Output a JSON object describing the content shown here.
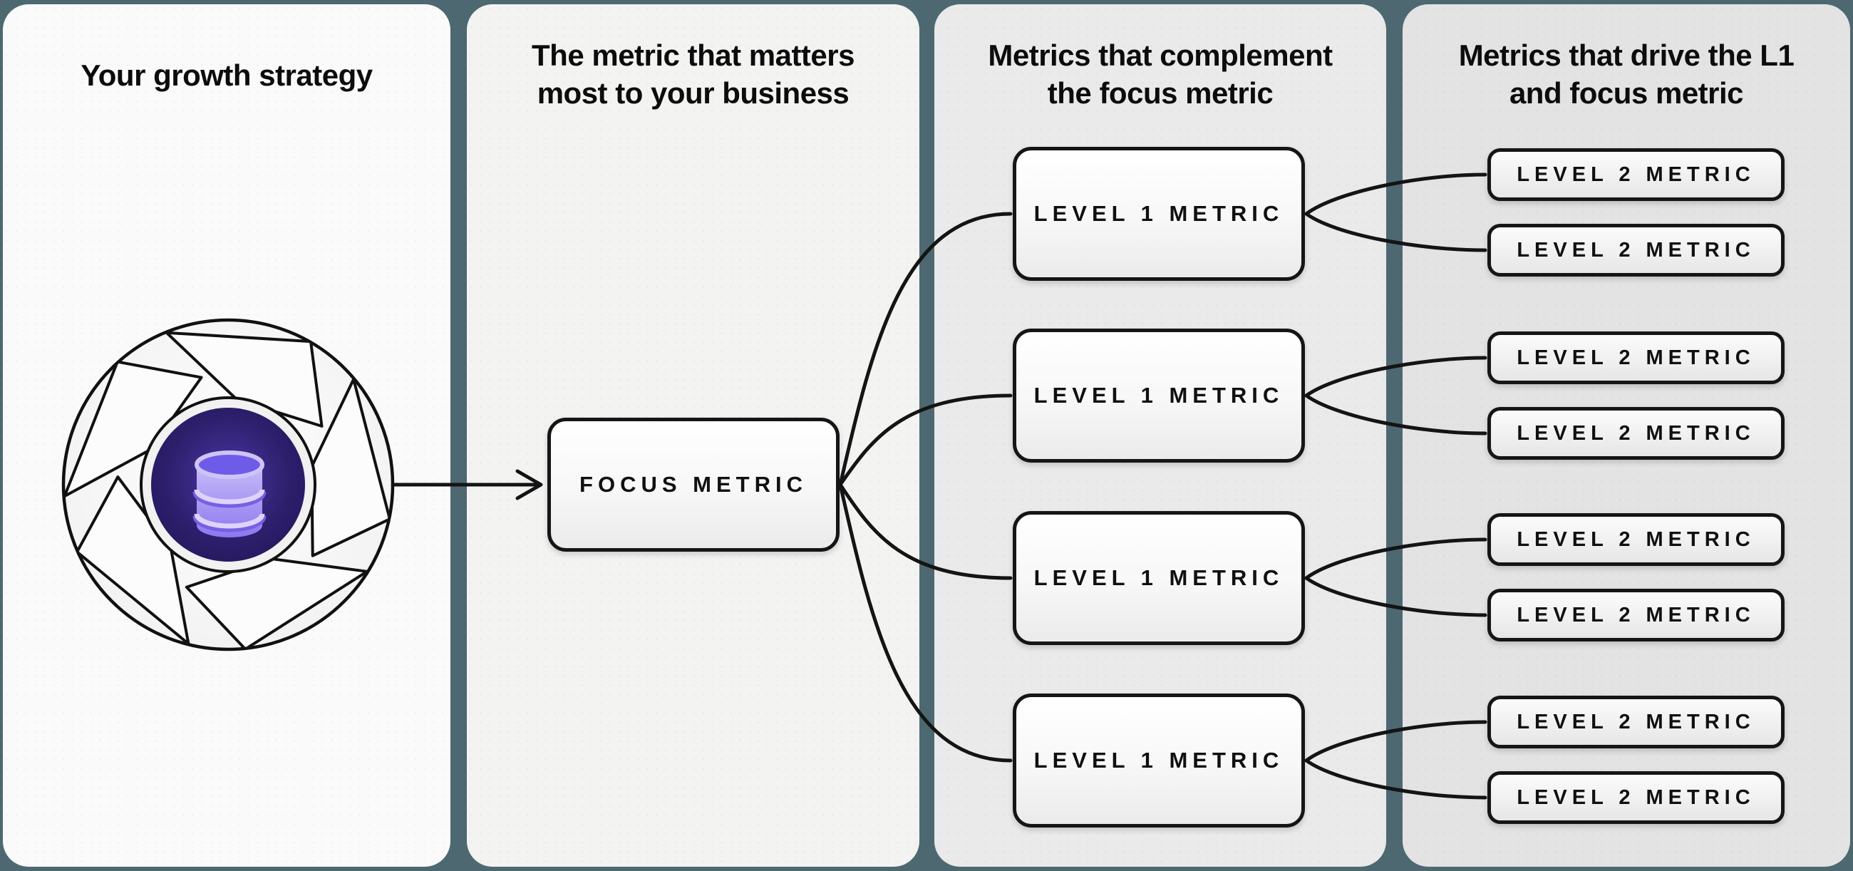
{
  "diagram": {
    "name": "growth-strategy-metric-tree",
    "type": "flow-diagram"
  },
  "panels": [
    {
      "title": "Your growth strategy"
    },
    {
      "title": "The metric that matters most to your business",
      "box_label": "FOCUS METRIC"
    },
    {
      "title": "Metrics that complement the focus metric",
      "boxes": [
        "LEVEL 1 METRIC",
        "LEVEL 1 METRIC",
        "LEVEL 1 METRIC",
        "LEVEL 1 METRIC"
      ]
    },
    {
      "title": "Metrics that drive the L1 and focus metric",
      "boxes": [
        "LEVEL 2 METRIC",
        "LEVEL 2 METRIC",
        "LEVEL 2 METRIC",
        "LEVEL 2 METRIC",
        "LEVEL 2 METRIC",
        "LEVEL 2 METRIC",
        "LEVEL 2 METRIC",
        "LEVEL 2 METRIC"
      ]
    }
  ],
  "icons": {
    "flywheel": "flywheel-icon",
    "database": "database-icon",
    "arrow": "arrow-right-icon"
  },
  "colors": {
    "background": "#4d6871",
    "panel_1": "#fafafa",
    "panel_2": "#f3f3f2",
    "panel_3": "#eaeaea",
    "panel_4": "#e3e3e3",
    "connector_line": "#141414",
    "box_border": "#151515",
    "flywheel_core": "#2c1e68",
    "database_purple_light": "#c9bdf8",
    "database_purple_mid": "#6e5ce8"
  }
}
